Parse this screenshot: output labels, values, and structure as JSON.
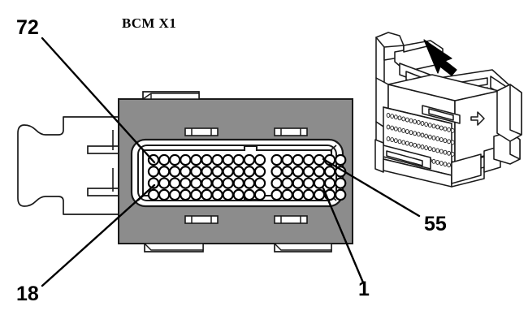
{
  "diagram": {
    "title": "BCM X1",
    "type": "connector-pinout",
    "description": "BCM X1 connector face view with 72-pin grid and isometric connector illustration"
  },
  "callouts": [
    {
      "id": "pin-72",
      "label": "72",
      "target": "top-left-pin"
    },
    {
      "id": "pin-18",
      "label": "18",
      "target": "bottom-left-pin"
    },
    {
      "id": "pin-55",
      "label": "55",
      "target": "top-right-pin"
    },
    {
      "id": "pin-1",
      "label": "1",
      "target": "bottom-right-pin"
    }
  ],
  "connector": {
    "pin_grid": {
      "rows": 4,
      "columns": 18,
      "total_pins": 72,
      "left_section_columns": 11,
      "right_section_columns": 7
    },
    "body_color": "#8c8c8c",
    "housing_color": "#ffffff",
    "outline_color": "#000000"
  },
  "isometric_view": {
    "label": "connector-3d-illustration",
    "arrow_direction": "up-left"
  }
}
